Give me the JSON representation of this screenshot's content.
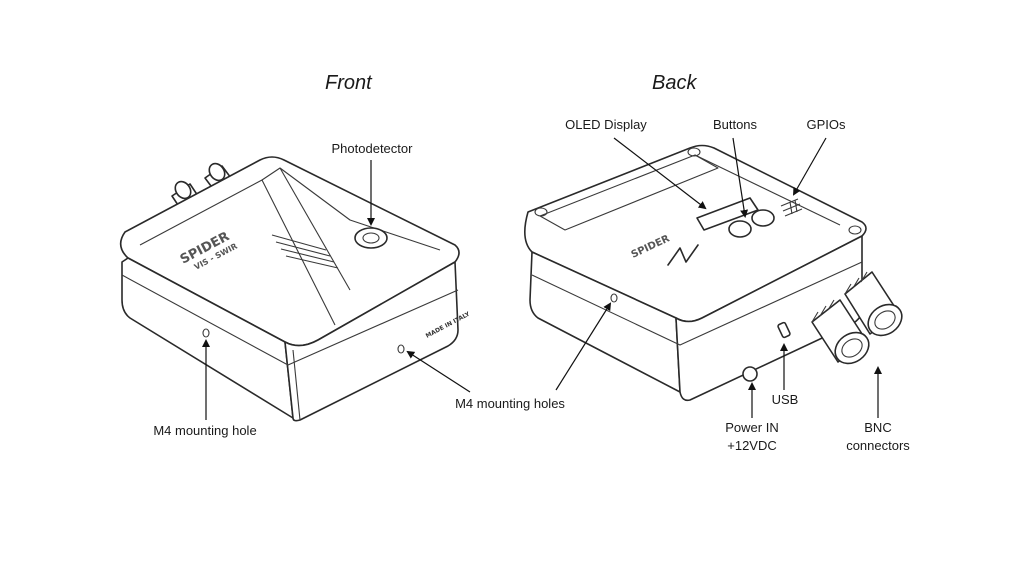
{
  "views": {
    "front": "Front",
    "back": "Back"
  },
  "labels": {
    "photodetector": "Photodetector",
    "m4_hole": "M4 mounting hole",
    "m4_holes": "M4 mounting holes",
    "oled": "OLED Display",
    "buttons": "Buttons",
    "gpios": "GPIOs",
    "usb": "USB",
    "power_line1": "Power IN",
    "power_line2": "+12VDC",
    "bnc_line1": "BNC",
    "bnc_line2": "connectors"
  },
  "device": {
    "brand": "SPIDER",
    "model": "VIS - SWIR",
    "made_in": "MADE IN ITALY"
  }
}
